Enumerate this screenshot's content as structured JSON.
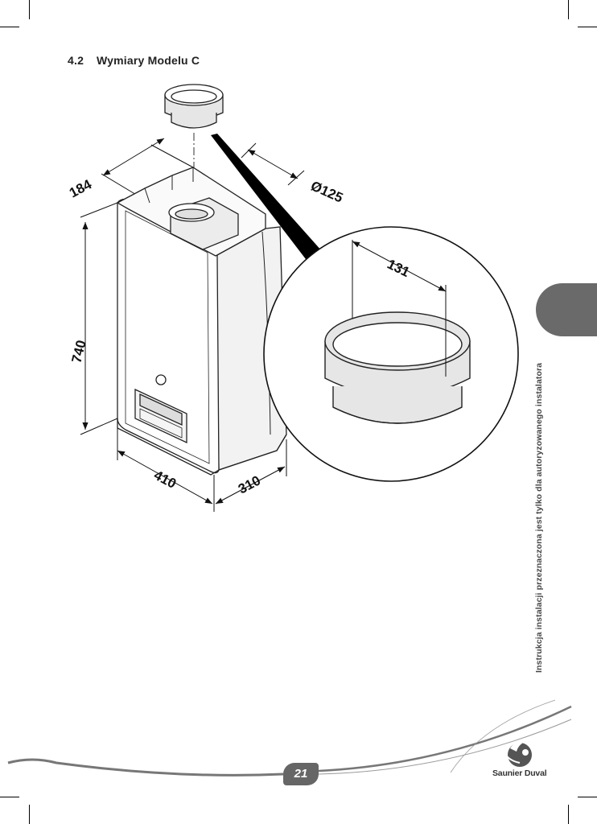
{
  "section": {
    "number": "4.2",
    "title": "Wymiary Modelu C"
  },
  "dimensions": {
    "depth_top": "184",
    "flue_diameter": "Ø125",
    "height": "740",
    "width": "410",
    "depth": "310",
    "adapter_height": "131"
  },
  "sidebar": {
    "note": "Instrukcja instalacji przeznaczona jest tylko dla autoryzowanego instalatora"
  },
  "footer": {
    "page_number": "21",
    "brand": "Saunier Duval"
  },
  "colors": {
    "accent_gray": "#6a6a6a",
    "adapter_fill": "#e6e6e6"
  }
}
